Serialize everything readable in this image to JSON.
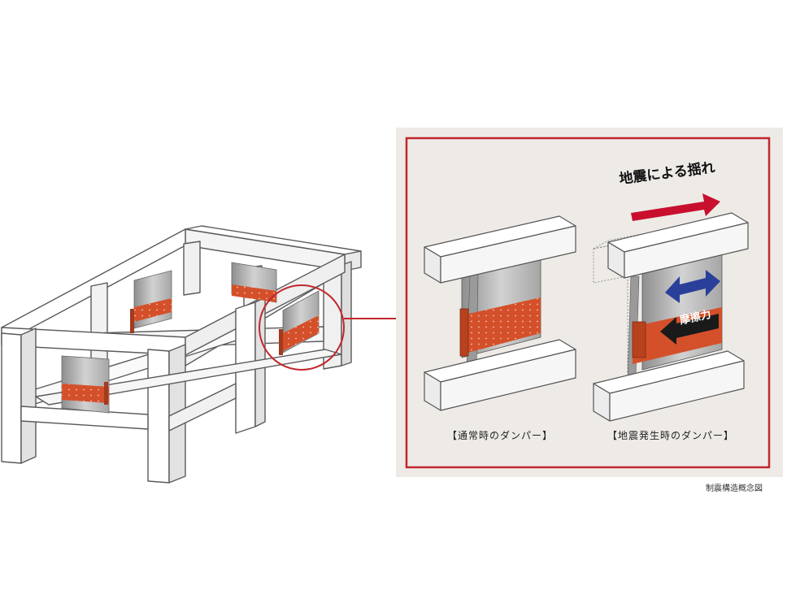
{
  "labels": {
    "shake_title": "地震による揺れ",
    "friction_label": "摩擦力",
    "normal_damper": "【通常時のダンパー】",
    "earthquake_damper": "【地震発生時のダンパー】",
    "caption": "制震構造概念図"
  },
  "colors": {
    "frame_border": "#c1272d",
    "panel_bg": "#eeebe7",
    "damper_orange": "#d4502a",
    "arrow_red": "#c8102e",
    "arrow_blue": "#2a3f9a"
  }
}
